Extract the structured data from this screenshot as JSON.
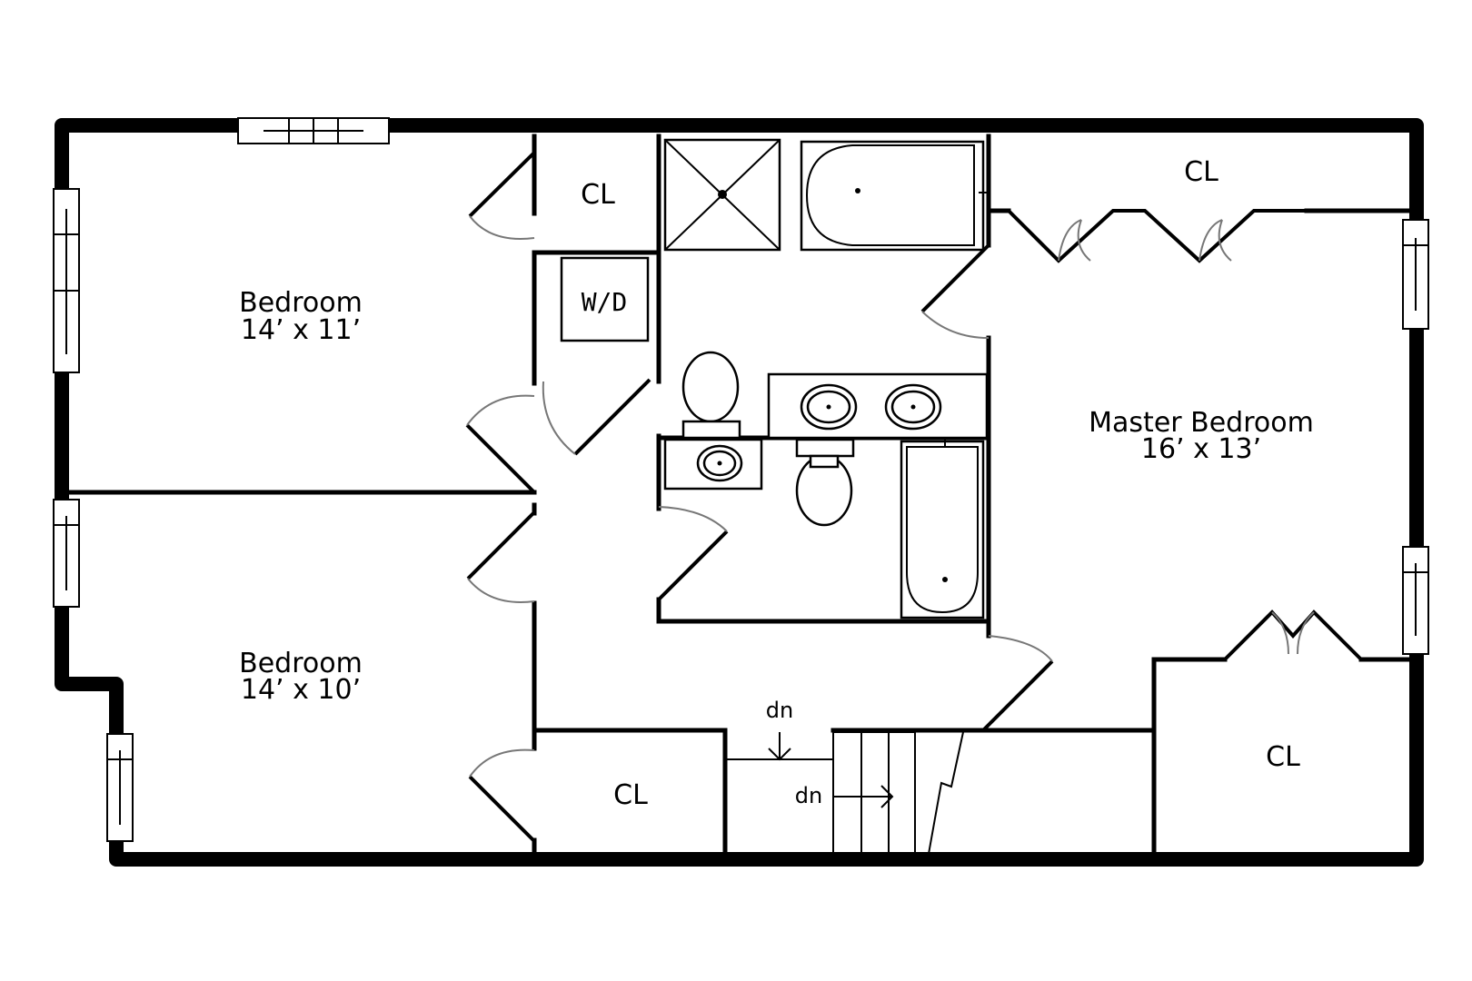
{
  "rooms": {
    "bedroom_upper": {
      "name": "Bedroom",
      "dims": "14’ x 11’"
    },
    "bedroom_lower": {
      "name": "Bedroom",
      "dims": "14’ x 10’"
    },
    "master": {
      "name": "Master Bedroom",
      "dims": "16’ x 13’"
    }
  },
  "closets": {
    "upper_hall": "CL",
    "master_top": "CL",
    "lower_hall": "CL",
    "master_bottom": "CL"
  },
  "laundry": "W/D",
  "stairs": {
    "down_top": "dn",
    "down_left": "dn"
  }
}
